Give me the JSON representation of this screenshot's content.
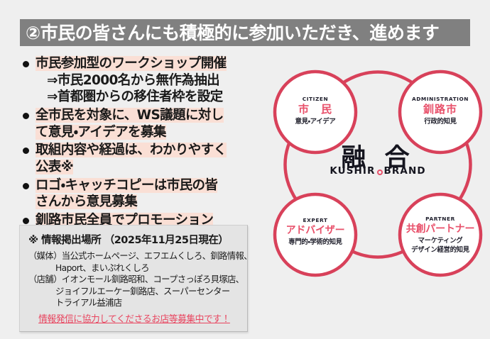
{
  "header": {
    "title": "②市民の皆さんにも積極的に参加いただき、進めます"
  },
  "bullets": [
    {
      "lines": [
        {
          "text": "市民参加型のワークショップ開催",
          "highlight": true,
          "indent": false
        },
        {
          "text": "⇒市民2000名から無作為抽出",
          "highlight": false,
          "indent": true
        },
        {
          "text": "⇒首都圏からの移住者枠を設定",
          "highlight": false,
          "indent": true
        }
      ]
    },
    {
      "lines": [
        {
          "text": "全市民を対象に、WS議題に対し",
          "highlight": true,
          "indent": false
        },
        {
          "text": "て意見・アイデアを募集",
          "highlight": true,
          "indent": false
        }
      ]
    },
    {
      "lines": [
        {
          "text": "取組内容や経過は、わかりやすく",
          "highlight": true,
          "indent": false
        },
        {
          "text": "公表※",
          "highlight": true,
          "indent": false
        }
      ]
    },
    {
      "lines": [
        {
          "text": "ロゴ・キャッチコピーは市民の皆",
          "highlight": true,
          "indent": false
        },
        {
          "text": "さんから意見募集",
          "highlight": true,
          "indent": false
        }
      ]
    },
    {
      "lines": [
        {
          "text": "釧路市民全員でプロモーション",
          "highlight": true,
          "indent": false
        }
      ]
    }
  ],
  "info_box": {
    "title": "※ 情報掲出場所 （2025年11月25日現在）",
    "lines": [
      {
        "text": "（媒体）当公式ホームページ、エフエムくしろ、釧路情報、",
        "indent": false
      },
      {
        "text": "Haport、まいぷれくしろ",
        "indent": true
      },
      {
        "text": "（店舗）イオンモール釧路昭和、コープさっぽろ貝塚店、",
        "indent": false
      },
      {
        "text": "ジョイフルエーケー釧路店、スーパーセンター",
        "indent": true
      },
      {
        "text": "トライアル益浦店",
        "indent": true
      }
    ],
    "cta": "情報発信に協力してくださるお店等募集中です！"
  },
  "diagram": {
    "center": {
      "kanji": "融 合",
      "sub_before": "KUSHIR",
      "sub_after": "BRAND"
    },
    "nodes": [
      {
        "en": "CITIZEN",
        "jp": "市　民",
        "desc": "意見・アイデア"
      },
      {
        "en": "ADMINISTRATION",
        "jp": "釧路市",
        "desc": "行政的知見"
      },
      {
        "en": "EXPERT",
        "jp": "アドバイザー",
        "desc": "専門的・学術的知見"
      },
      {
        "en": "PARTNER",
        "jp": "共創パートナー",
        "desc_line1": "マーケティング",
        "desc_line2": "デザイン経営的知見"
      }
    ]
  },
  "colors": {
    "page_background": "#efefef",
    "header_bar": "#808080",
    "highlight": "#fadfd5",
    "accent_red": "#e8506a",
    "circle_stroke": "#d8415a",
    "info_box_background": "#e4e4e4"
  }
}
